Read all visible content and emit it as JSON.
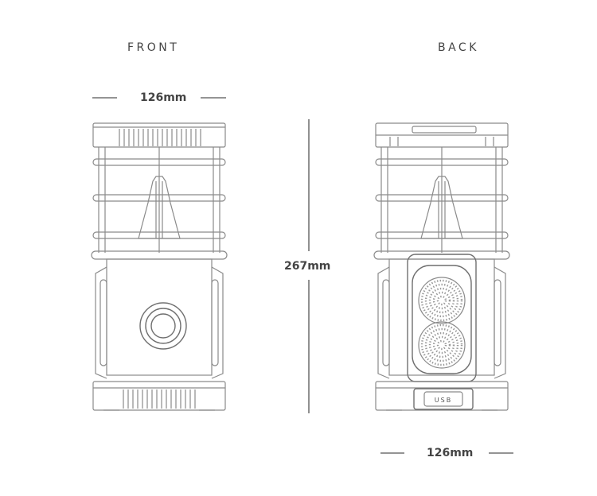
{
  "views": {
    "front_title": "FRONT",
    "back_title": "BACK"
  },
  "dimensions": {
    "front_width": "126mm",
    "height": "267mm",
    "back_width": "126mm"
  },
  "back_badge": "USB",
  "colors": {
    "line": "#8a8a8a",
    "text": "#444444",
    "background": "#ffffff"
  }
}
